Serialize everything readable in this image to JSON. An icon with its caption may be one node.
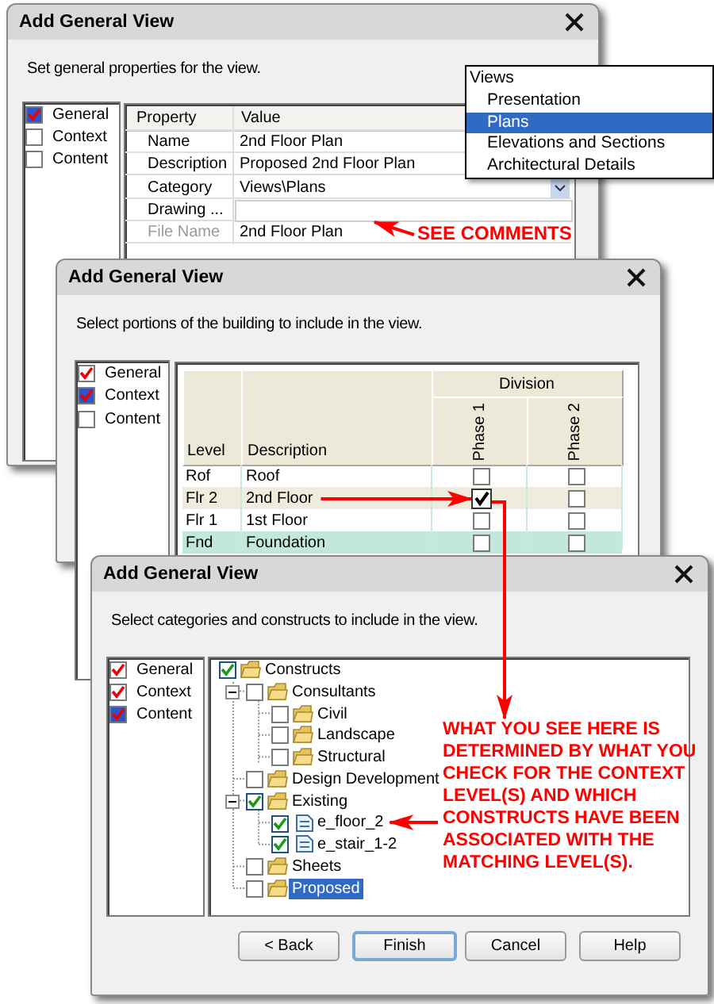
{
  "diagram": {
    "nodes": [
      {
        "text": [
          "Add General View",
          "Set general properties for the view."
        ]
      },
      {
        "text": [
          "Views",
          "Presentation",
          "Plans",
          "Elevations and Sections",
          "Architectural Details"
        ]
      },
      {
        "text": [],
        "shape": "box",
        "in": 0
      },
      {
        "text": [
          "SEE COMMENTS"
        ],
        "in": 0
      },
      {
        "text": [
          "Add General View",
          "Select portions of the building to include in the view."
        ]
      },
      {
        "text": [
          "2nd Floor"
        ],
        "in": 4
      },
      {
        "text": [],
        "shape": "box",
        "in": 4
      },
      {
        "text": [
          "Add General View",
          "Select categories and constructs to include in the view."
        ]
      },
      {
        "text": [
          "WHAT YOU SEE HERE IS DETERMINED BY WHAT YOU CHECK FOR THE CONTEXT LEVEL(S) AND WHICH CONSTRUCTS HAVE BEEN ASSOCIATED WITH THE MATCHING LEVEL(S)."
        ],
        "in": 7
      },
      {
        "text": [
          "e_floor_2"
        ],
        "in": 7
      }
    ],
    "edges": [
      {
        "from": 3,
        "to": 2,
        "arrow": "to"
      },
      {
        "from": 5,
        "to": 6,
        "arrow": "to"
      },
      {
        "from": 6,
        "to": 8,
        "arrow": "to"
      },
      {
        "from": 8,
        "to": 9,
        "arrow": "to"
      }
    ],
    "labels": [
      "General",
      "Context",
      "Content",
      "Property",
      "Value",
      "Name",
      "2nd Floor Plan",
      "Description",
      "Proposed 2nd Floor Plan",
      "Category",
      "Views\\Plans",
      "Drawing ...",
      "File Name",
      "2nd Floor Plan",
      "General",
      "Context",
      "Content",
      "Level",
      "Description",
      "Division",
      "Phase 1",
      "Phase 2",
      "Rof",
      "Roof",
      "Flr 2",
      "Flr 1",
      "1st Floor",
      "Fnd",
      "Foundation",
      "General",
      "Context",
      "Content",
      "Constructs",
      "Consultants",
      "Civil",
      "Landscape",
      "Structural",
      "Design Development",
      "Existing",
      "e_stair_1-2",
      "Sheets",
      "Proposed",
      "< Back",
      "Finish",
      "Cancel",
      "Help"
    ]
  }
}
